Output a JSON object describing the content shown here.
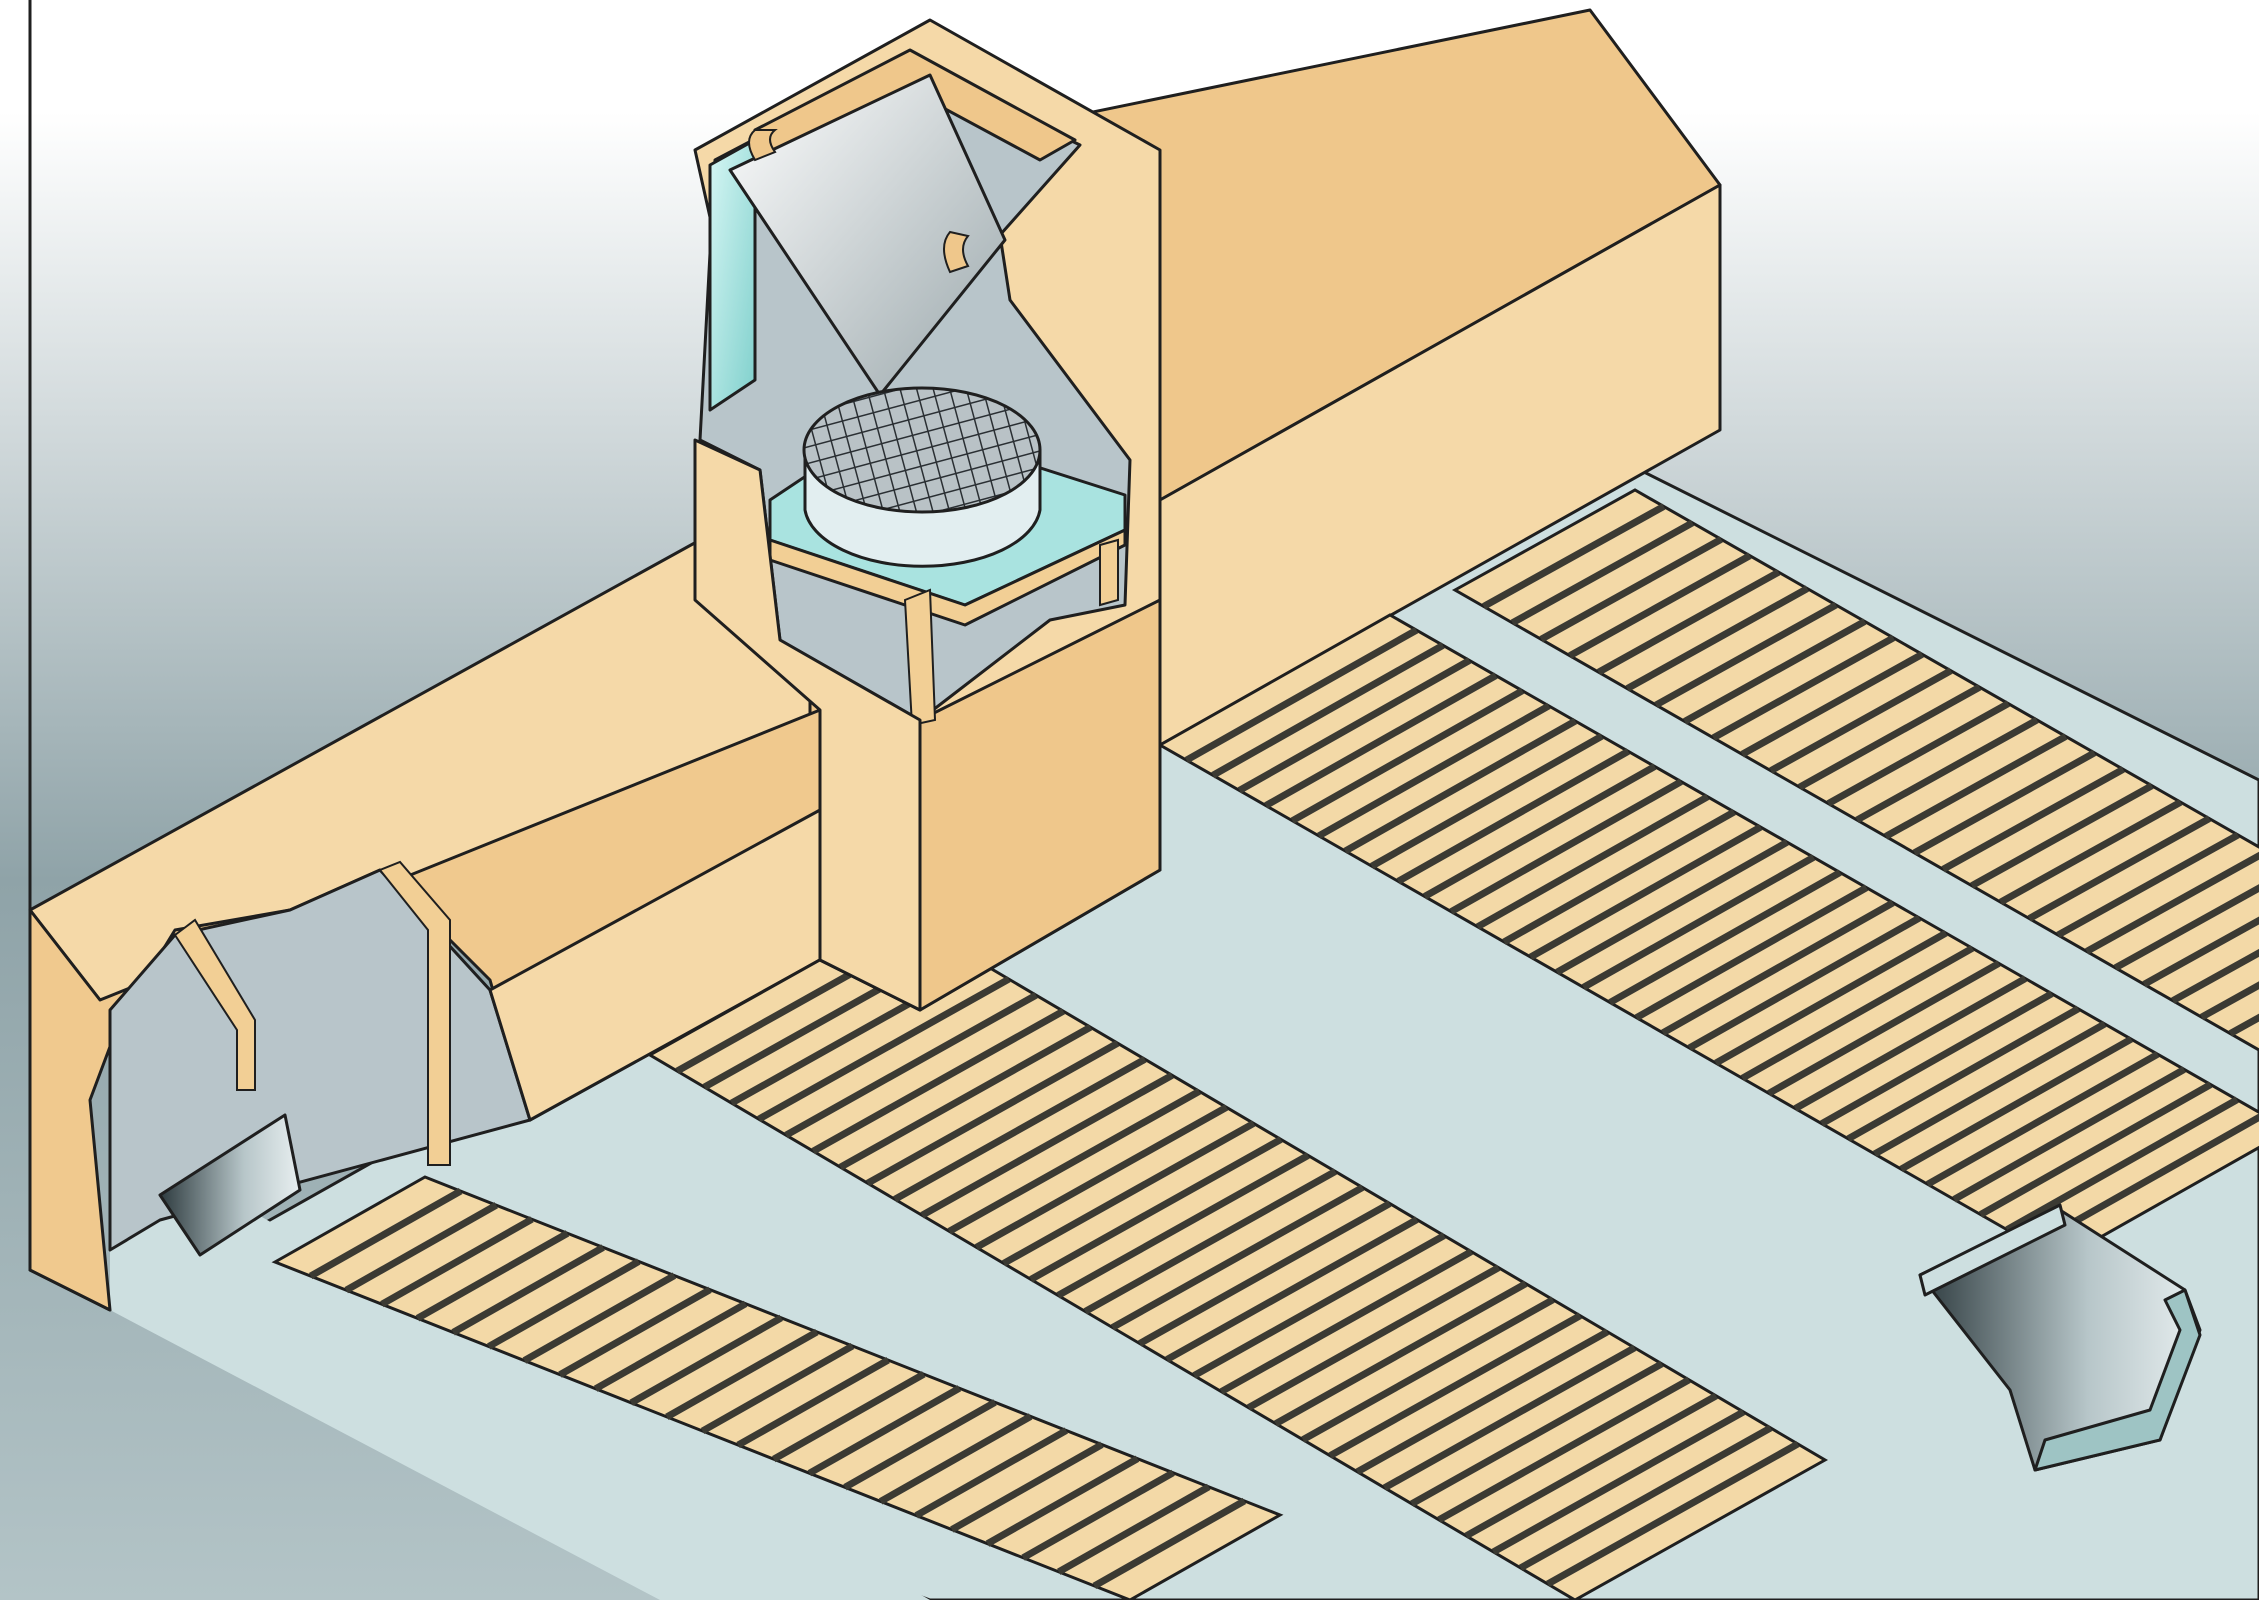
{
  "colors": {
    "sky_top": "#ffffff",
    "sky_bottom": "#8fa3a8",
    "floor": "#cddfe0",
    "floor_dark": "#a8bfc3",
    "wall_light": "#f5d9a8",
    "wall_mid": "#efc78b",
    "wall_dark": "#e2b170",
    "slat": "#f3d9a7",
    "slat_gap": "#3b3a33",
    "glass": "#a9e3e0",
    "steel": "#d9dfe2",
    "interior": "#b8c5ca",
    "outline": "#1f1f1f"
  },
  "parts": [
    "ventilation-chimney",
    "hinged-flap",
    "fan-grille",
    "long-barn-wall",
    "cutaway-side-wall",
    "slatted-floor",
    "manure-channel"
  ]
}
